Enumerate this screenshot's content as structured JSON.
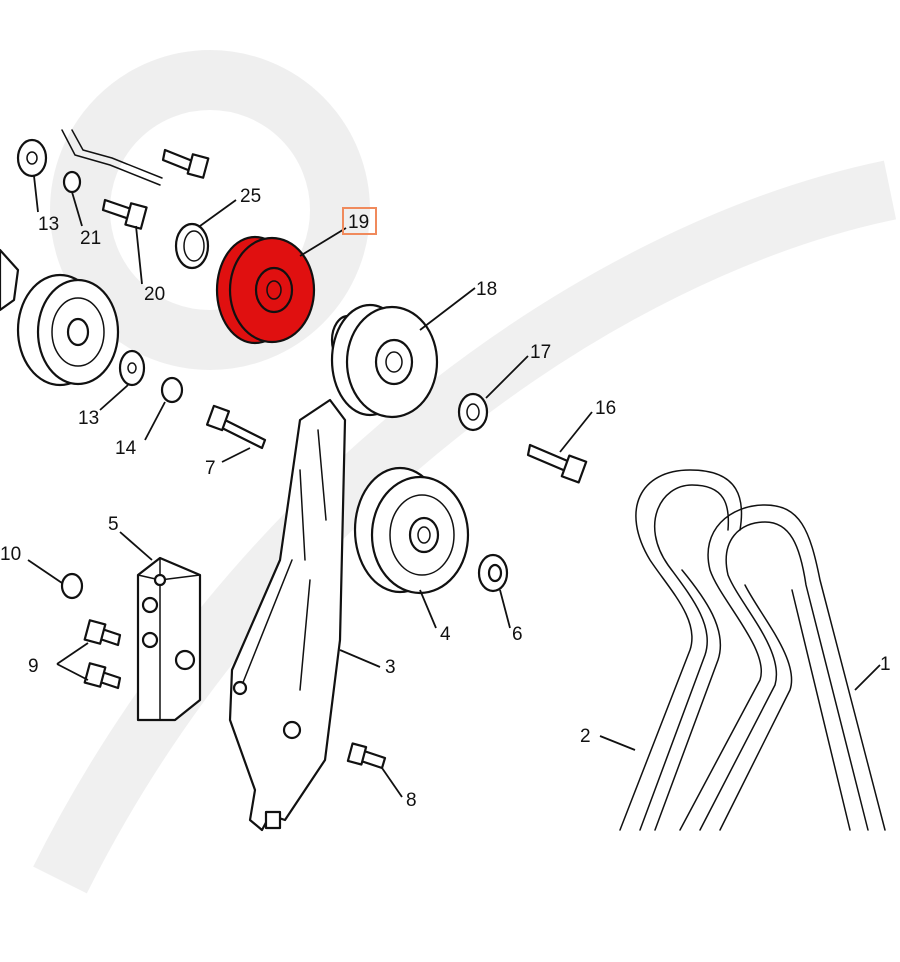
{
  "diagram": {
    "highlight_color": "#e01010",
    "highlight_box_color": "#f08a5c",
    "highlighted_part": "19",
    "labels": {
      "p1": "1",
      "p2": "2",
      "p3": "3",
      "p4": "4",
      "p5": "5",
      "p6": "6",
      "p7": "7",
      "p8": "8",
      "p9": "9",
      "p10": "10",
      "p13a": "13",
      "p13b": "13",
      "p14": "14",
      "p16": "16",
      "p17": "17",
      "p18": "18",
      "p19": "19",
      "p20": "20",
      "p21": "21",
      "p25": "25"
    }
  }
}
